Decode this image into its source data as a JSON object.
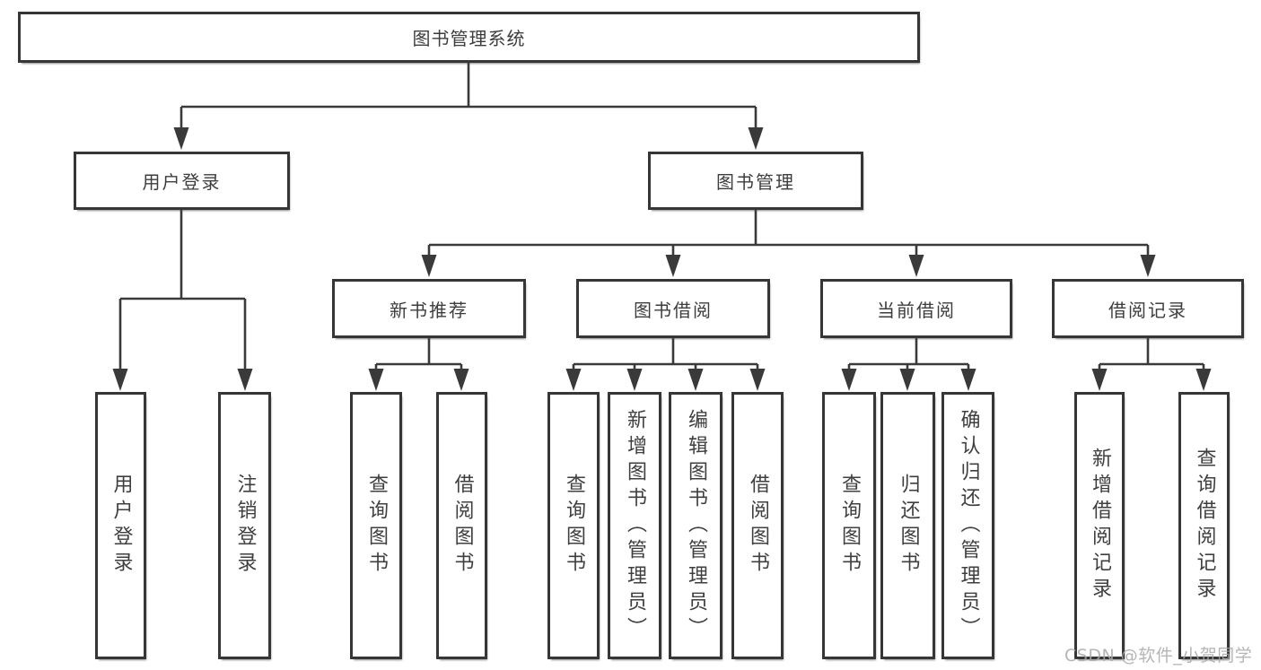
{
  "tree": {
    "root": {
      "label": "图书管理系统"
    },
    "user_login": {
      "label": "用户登录",
      "children": [
        {
          "label": "用户登录"
        },
        {
          "label": "注销登录"
        }
      ]
    },
    "book_mgmt": {
      "label": "图书管理",
      "sections": [
        {
          "label": "新书推荐",
          "children": [
            {
              "label": "查询图书"
            },
            {
              "label": "借阅图书"
            }
          ]
        },
        {
          "label": "图书借阅",
          "children": [
            {
              "label": "查询图书"
            },
            {
              "label": "新增图书（管理员）"
            },
            {
              "label": "编辑图书（管理员）"
            },
            {
              "label": "借阅图书"
            }
          ]
        },
        {
          "label": "当前借阅",
          "children": [
            {
              "label": "查询图书"
            },
            {
              "label": "归还图书"
            },
            {
              "label": "确认归还（管理员）"
            }
          ]
        },
        {
          "label": "借阅记录",
          "children": [
            {
              "label": "新增借阅记录"
            },
            {
              "label": "查询借阅记录"
            }
          ]
        }
      ]
    }
  },
  "watermark": {
    "text": "CSDN @软件_小贺同学"
  },
  "colors": {
    "line": "#3a3a3a",
    "text": "#3d3d3d",
    "box_background": "#ffffff",
    "watermark": "#a9a9a9"
  }
}
